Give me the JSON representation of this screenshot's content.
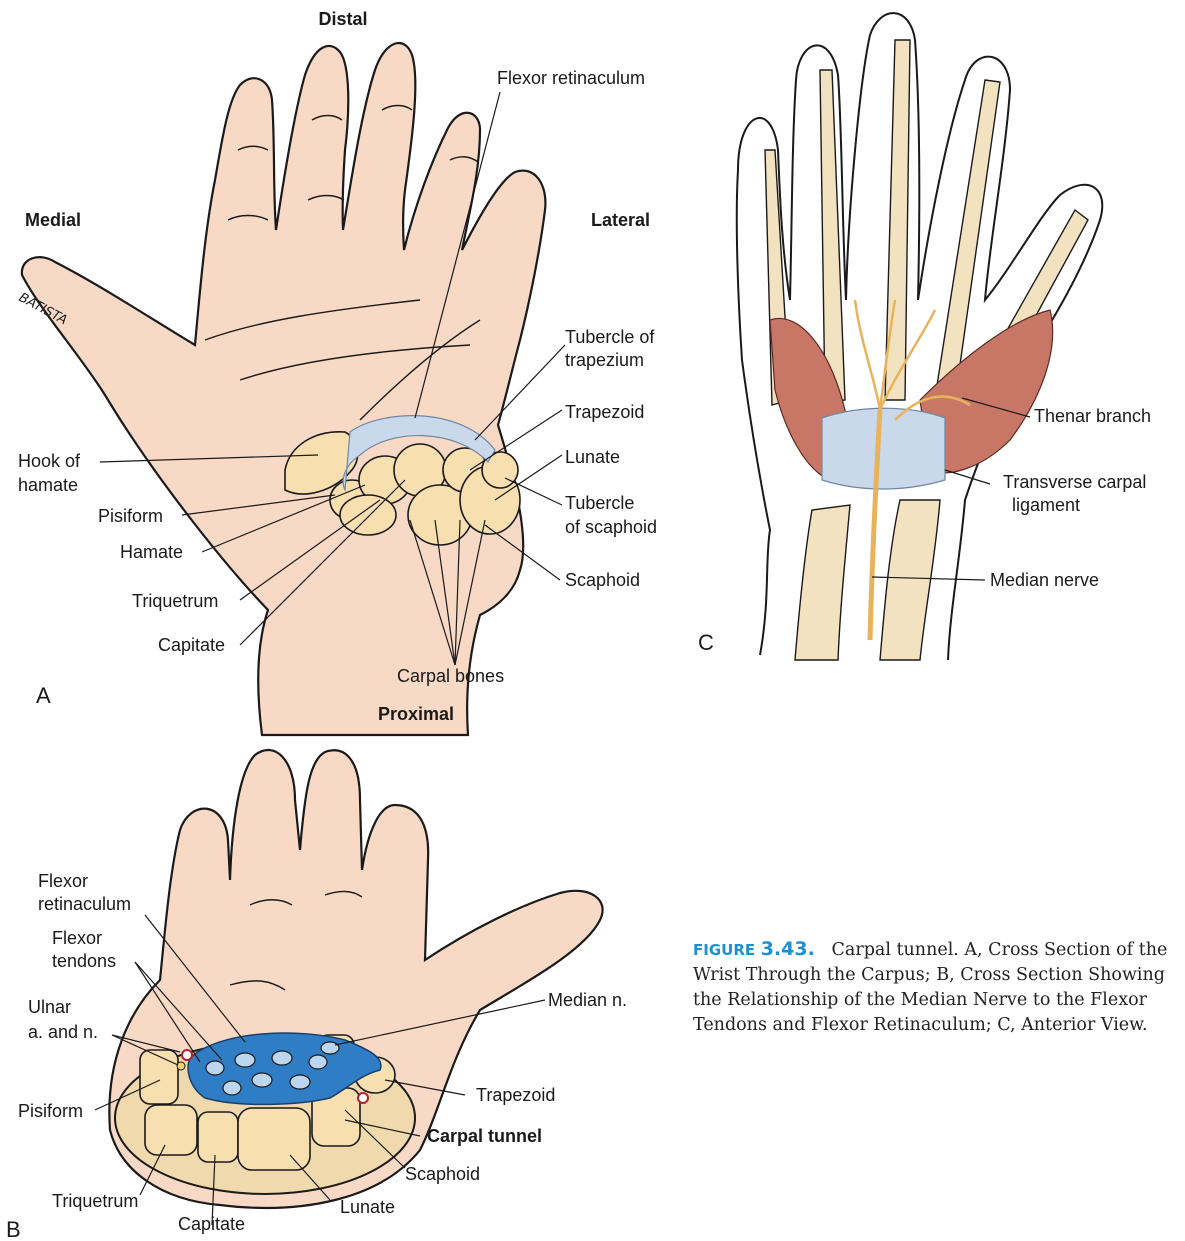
{
  "figure": {
    "panel_a": {
      "panel_letter": "A",
      "orientation": {
        "top": "Distal",
        "bottom": "Proximal",
        "left": "Medial",
        "right": "Lateral"
      },
      "labels": {
        "flexor_retinaculum": "Flexor retinaculum",
        "tubercle_trapezium_1": "Tubercle of",
        "tubercle_trapezium_2": "trapezium",
        "trapezoid": "Trapezoid",
        "lunate": "Lunate",
        "tubercle_scaphoid_1": "Tubercle",
        "tubercle_scaphoid_2": "of scaphoid",
        "scaphoid": "Scaphoid",
        "carpal_bones": "Carpal bones",
        "hook_hamate_1": "Hook of",
        "hook_hamate_2": "hamate",
        "pisiform": "Pisiform",
        "hamate": "Hamate",
        "triquetrum": "Triquetrum",
        "capitate": "Capitate"
      },
      "signature": "BATISTA"
    },
    "panel_b": {
      "panel_letter": "B",
      "labels": {
        "flexor_retinaculum_1": "Flexor",
        "flexor_retinaculum_2": "retinaculum",
        "flexor_tendons_1": "Flexor",
        "flexor_tendons_2": "tendons",
        "ulnar_1": "Ulnar",
        "ulnar_2": "a. and n.",
        "pisiform": "Pisiform",
        "triquetrum": "Triquetrum",
        "capitate": "Capitate",
        "lunate": "Lunate",
        "scaphoid": "Scaphoid",
        "carpal_tunnel": "Carpal tunnel",
        "trapezoid": "Trapezoid",
        "median_n": "Median n."
      }
    },
    "panel_c": {
      "panel_letter": "C",
      "labels": {
        "thenar_branch": "Thenar branch",
        "transverse_carpal_1": "Transverse carpal",
        "transverse_carpal_2": "ligament",
        "median_nerve": "Median nerve"
      }
    },
    "caption": {
      "label": "FIGURE",
      "number": "3.43.",
      "line1": "Carpal tunnel. A, Cross Section of the",
      "line2": "Wrist Through the Carpus; B, Cross Section Showing",
      "line3": "the Relationship of the Median Nerve to the Flexor",
      "line4": "Tendons and Flexor Retinaculum; C, Anterior View."
    },
    "colors": {
      "skin": "#f8d9c6",
      "bone": "#f7dfb0",
      "ligament": "#c9d8ea",
      "muscle": "#c87766",
      "nerve": "#e8b35a",
      "carpal_tunnel": "#2f7dc4",
      "caption_accent": "#1e8fcf"
    }
  }
}
